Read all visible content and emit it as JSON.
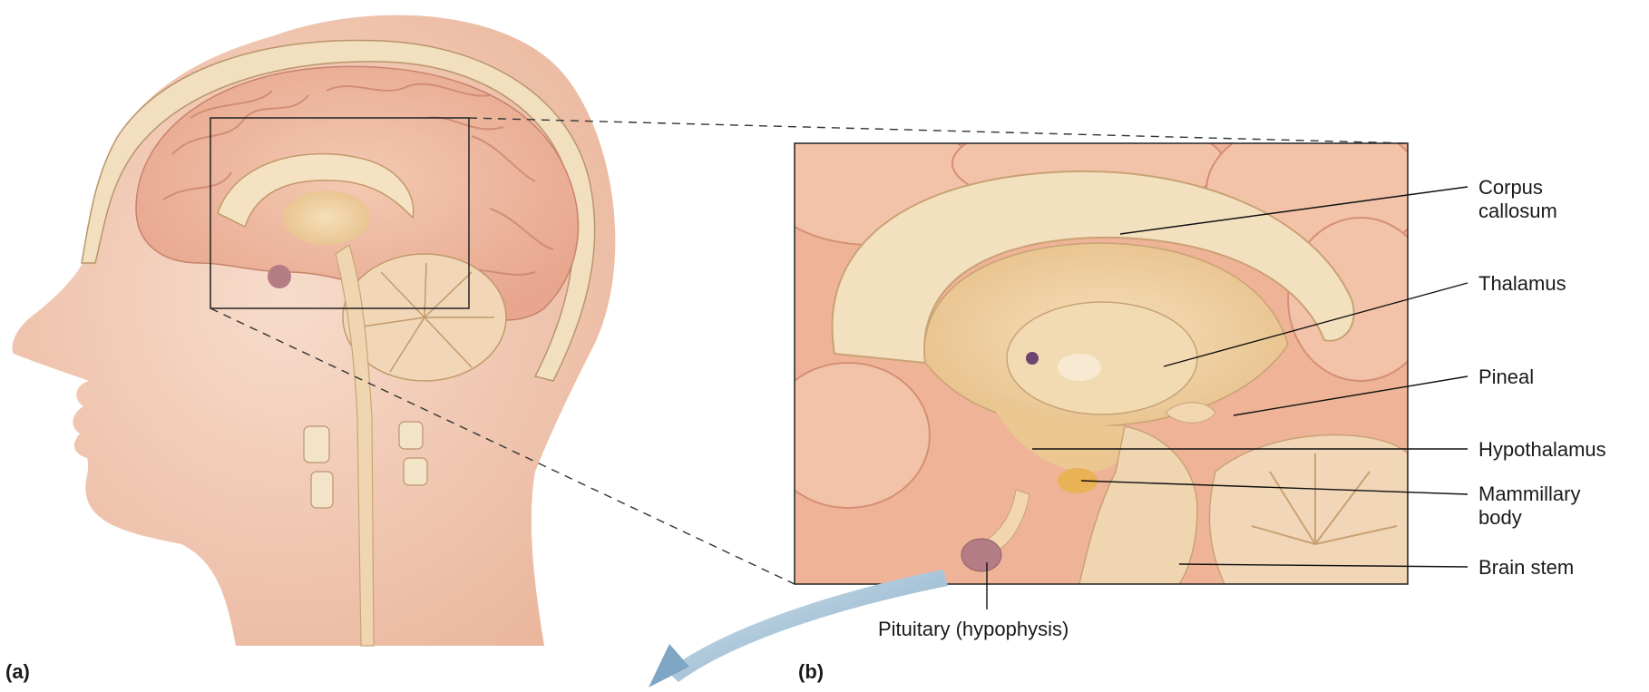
{
  "panels": [
    {
      "id": "a",
      "label": "(a)"
    },
    {
      "id": "b",
      "label": "(b)"
    }
  ],
  "labels": {
    "corpus_line1": "Corpus",
    "corpus_line2": "callosum",
    "thalamus": "Thalamus",
    "pineal": "Pineal",
    "hypothalamus": "Hypothalamus",
    "mammillary_line1": "Mammillary",
    "mammillary_line2": "body",
    "brain_stem": "Brain stem",
    "pituitary": "Pituitary (hypophysis)"
  },
  "colors": {
    "skin": "#f2c9b0",
    "brain": "#efb79f",
    "white_matter": "#f3dcb4",
    "deep": "#eac58e",
    "pituitary": "#b47d86",
    "arrow": "#9fbfd6"
  }
}
